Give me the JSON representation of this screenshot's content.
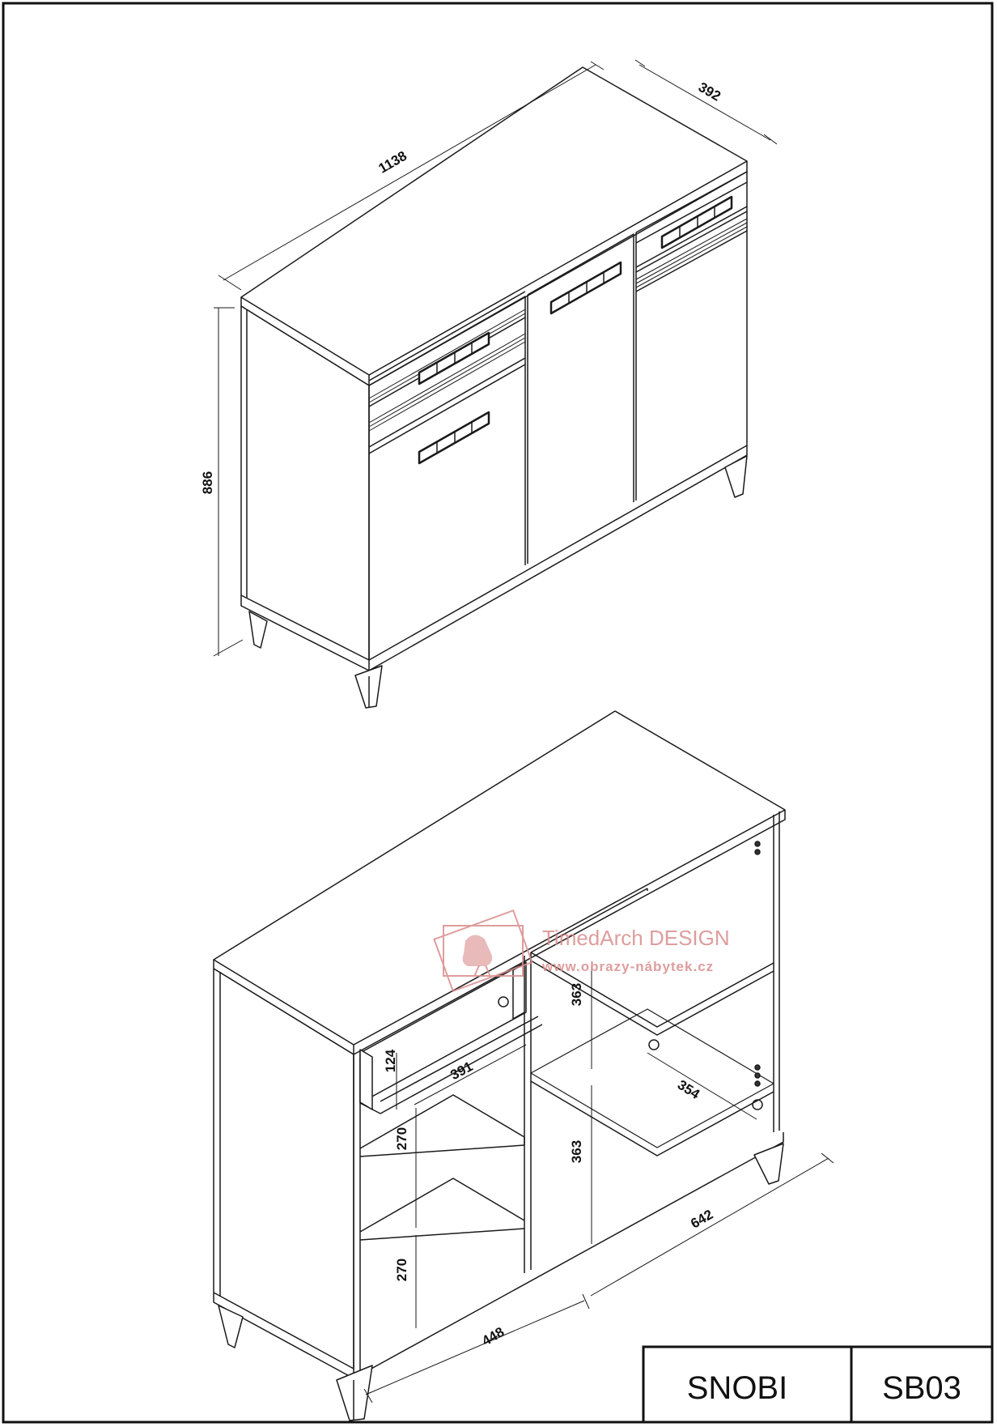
{
  "drawing": {
    "product_name": "SNOBI",
    "product_code": "SB03"
  },
  "watermark": {
    "brand": "TimedArch DESIGN",
    "url": "www.obrazy-nábytek.cz",
    "color": "#d98c8c"
  },
  "dimensions": {
    "width": "1138",
    "depth": "392",
    "height": "886",
    "drawer_height": "124",
    "drawer_depth": "391",
    "shelf_left_upper": "270",
    "shelf_left_lower": "270",
    "shelf_right_upper": "363",
    "shelf_right_lower": "363",
    "inner_depth": "354",
    "right_compartment_width": "642",
    "left_compartment_width": "448"
  },
  "colors": {
    "line": "#1a1a1a",
    "frame": "#111111"
  }
}
